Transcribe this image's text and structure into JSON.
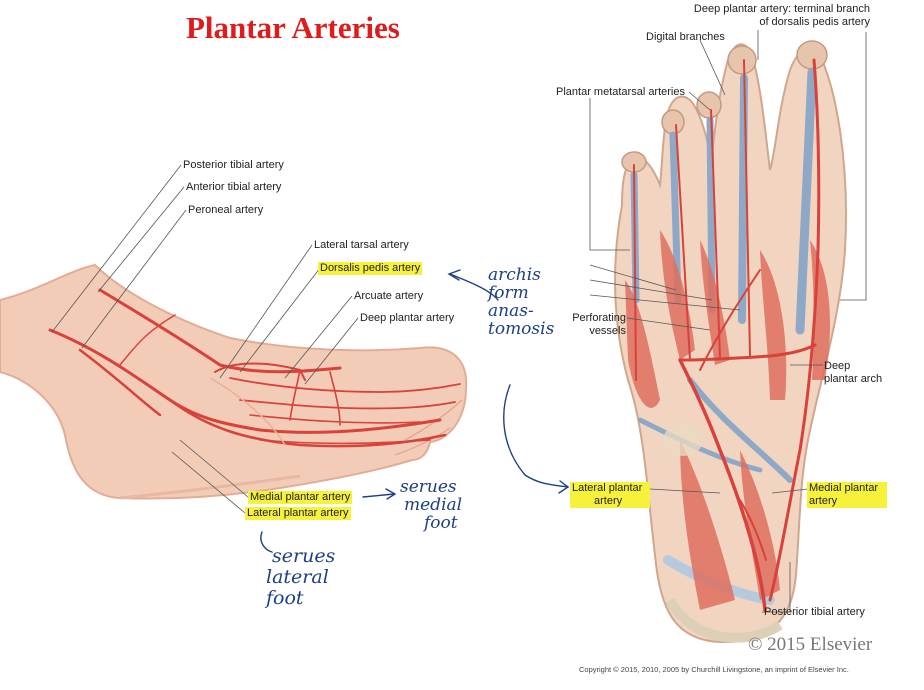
{
  "title": "Plantar Arteries",
  "lateral_view": {
    "labels": {
      "posterior_tibial": "Posterior tibial artery",
      "anterior_tibial": "Anterior tibial artery",
      "peroneal": "Peroneal artery",
      "lateral_tarsal": "Lateral tarsal artery",
      "dorsalis_pedis": "Dorsalis pedis artery",
      "arcuate": "Arcuate artery",
      "deep_plantar": "Deep plantar artery",
      "medial_plantar": "Medial plantar artery",
      "lateral_plantar": "Lateral plantar artery"
    }
  },
  "plantar_view": {
    "labels": {
      "deep_plantar_line1": "Deep plantar artery: terminal branch",
      "deep_plantar_line2": "of dorsalis pedis artery",
      "digital_branches": "Digital branches",
      "plantar_metatarsal": "Plantar metatarsal arteries",
      "perforating_line1": "Perforating",
      "perforating_line2": "vessels",
      "deep_arch_line1": "Deep",
      "deep_arch_line2": "plantar arch",
      "lateral_plantar_line1": "Lateral plantar",
      "lateral_plantar_line2": "artery",
      "medial_plantar_line1": "Medial plantar",
      "medial_plantar_line2": "artery",
      "posterior_tibial": "Posterior tibial artery"
    }
  },
  "annotations": {
    "arches_line1": "archis",
    "arches_line2": "form",
    "arches_line3": "anas-",
    "arches_line4": "tomosis",
    "medial_line1": "serues",
    "medial_line2": "medial",
    "medial_line3": "foot",
    "lateral_line1": "serues",
    "lateral_line2": "lateral",
    "lateral_line3": "foot"
  },
  "copyright": {
    "mark": "© 2015 Elsevier",
    "full": "Copyright © 2015, 2010, 2005 by Churchill Livingstone, an imprint of Elsevier Inc."
  },
  "colors": {
    "title": "#e01b1b",
    "highlight": "#f6f13a",
    "annotation_ink": "#1d3f86",
    "artery": "#d9423a"
  }
}
